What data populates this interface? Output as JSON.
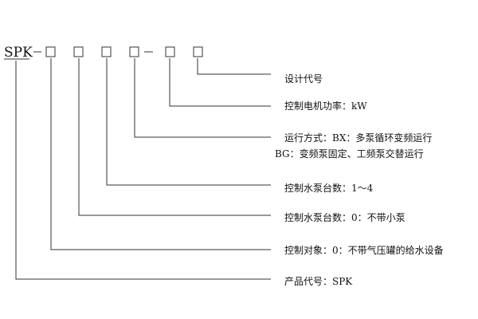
{
  "prefix": "SPK",
  "labels": {
    "design_code": "设计代号",
    "motor_power": "控制电机功率：kW",
    "run_mode": "运行方式：BX：多泵循环变频运行",
    "run_mode_bg": "BG：变频泵固定、工频泵交替运行",
    "pump_count": "控制水泵台数：1～4",
    "small_pump": "控制水泵台数：0：不带小泵",
    "control_object": "控制对象：0：不带气压罐的给水设备",
    "product_code": "产品代号：SPK"
  },
  "colors": {
    "line": "#333333"
  }
}
